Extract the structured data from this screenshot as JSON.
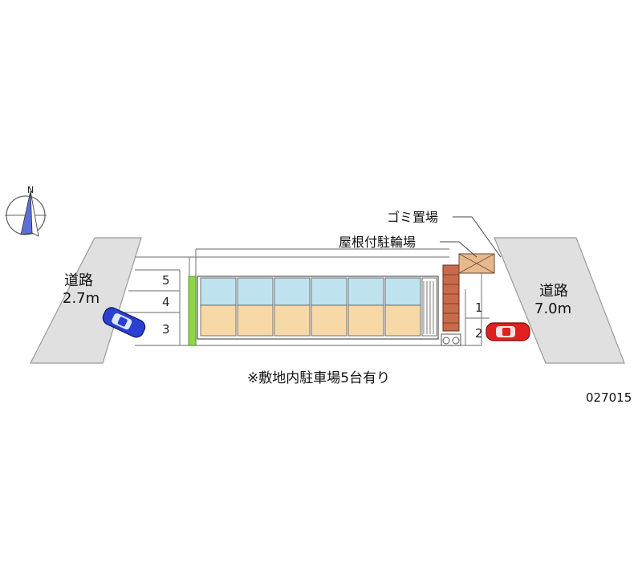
{
  "map": {
    "compass": {
      "letter": "N",
      "icon": "compass-icon"
    },
    "roads": {
      "left": {
        "name": "道路",
        "width": "2.7m"
      },
      "right": {
        "name": "道路",
        "width": "7.0m"
      }
    },
    "callouts": {
      "garbage": "ゴミ置場",
      "bicycle": "屋根付駐輪場"
    },
    "parking": {
      "left_spaces": [
        "5",
        "4",
        "3"
      ],
      "right_spaces": [
        "1",
        "2"
      ]
    },
    "note": "※敷地内駐車場5台有り",
    "property_code": "027015",
    "cars": [
      {
        "name": "blue-car",
        "color": "#2b3fd1"
      },
      {
        "name": "red-car",
        "color": "#e02020"
      }
    ],
    "colors": {
      "road": "#e0e0e0",
      "unit_floor": "#f7d9a8",
      "unit_wet": "#bfe3ef",
      "hedge": "#8fd64a",
      "garbage_area": "#e9b98e",
      "bike_area": "#c96a4a"
    }
  }
}
